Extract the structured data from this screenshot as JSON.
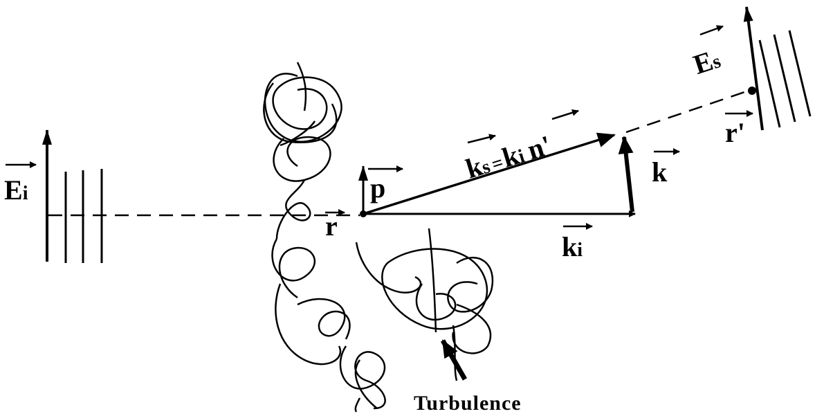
{
  "labels": {
    "E_i": {
      "main": "E",
      "sub": "i"
    },
    "E_s": {
      "main": "E",
      "sub": "s"
    },
    "p": "p",
    "r": "r",
    "r_prime": "r'",
    "k": "k",
    "k_i": {
      "main": "k",
      "sub": "i"
    },
    "k_s_eq": {
      "k": "k",
      "s_sub": "s",
      "eq": "=",
      "k2": "k",
      "i_sub": "i",
      "n": "n'"
    },
    "turbulence": "Turbulence"
  },
  "colors": {
    "ink": "#000000",
    "background": "#ffffff"
  }
}
